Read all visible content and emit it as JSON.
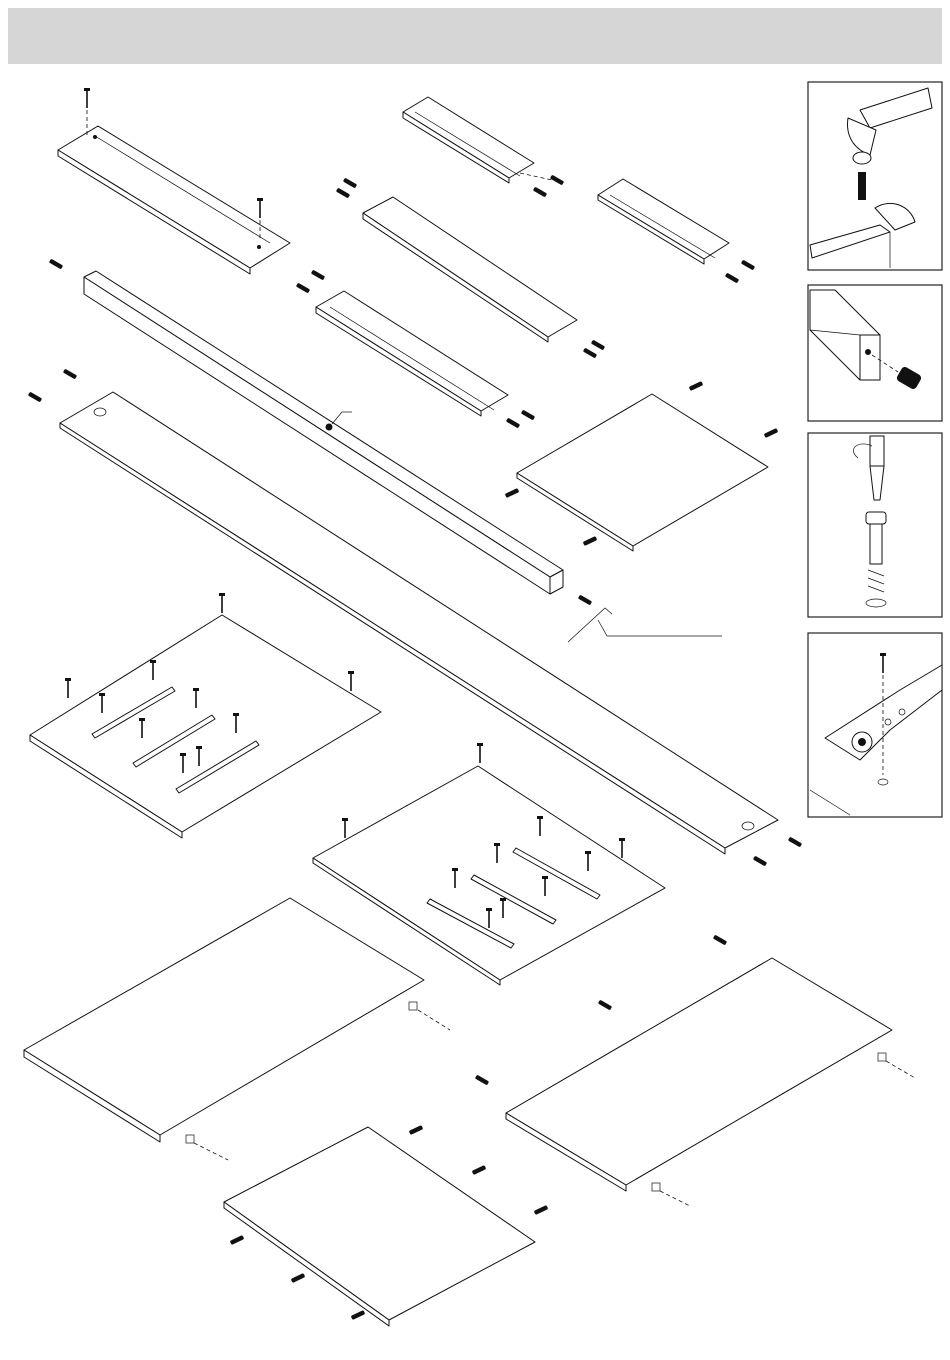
{
  "header": {
    "title": ""
  },
  "colors": {
    "header_bg": "#d6d6d6",
    "line": "#111111"
  },
  "instruction_panels": [
    {
      "name": "hammer-dowel-panel",
      "icon": "hammer-icon"
    },
    {
      "name": "insert-cam-bolt-panel",
      "icon": "cam-bolt-icon"
    },
    {
      "name": "screwdriver-cam-panel",
      "icon": "screwdriver-icon"
    },
    {
      "name": "screw-drawer-slide-panel",
      "icon": "drawer-slide-icon"
    }
  ]
}
